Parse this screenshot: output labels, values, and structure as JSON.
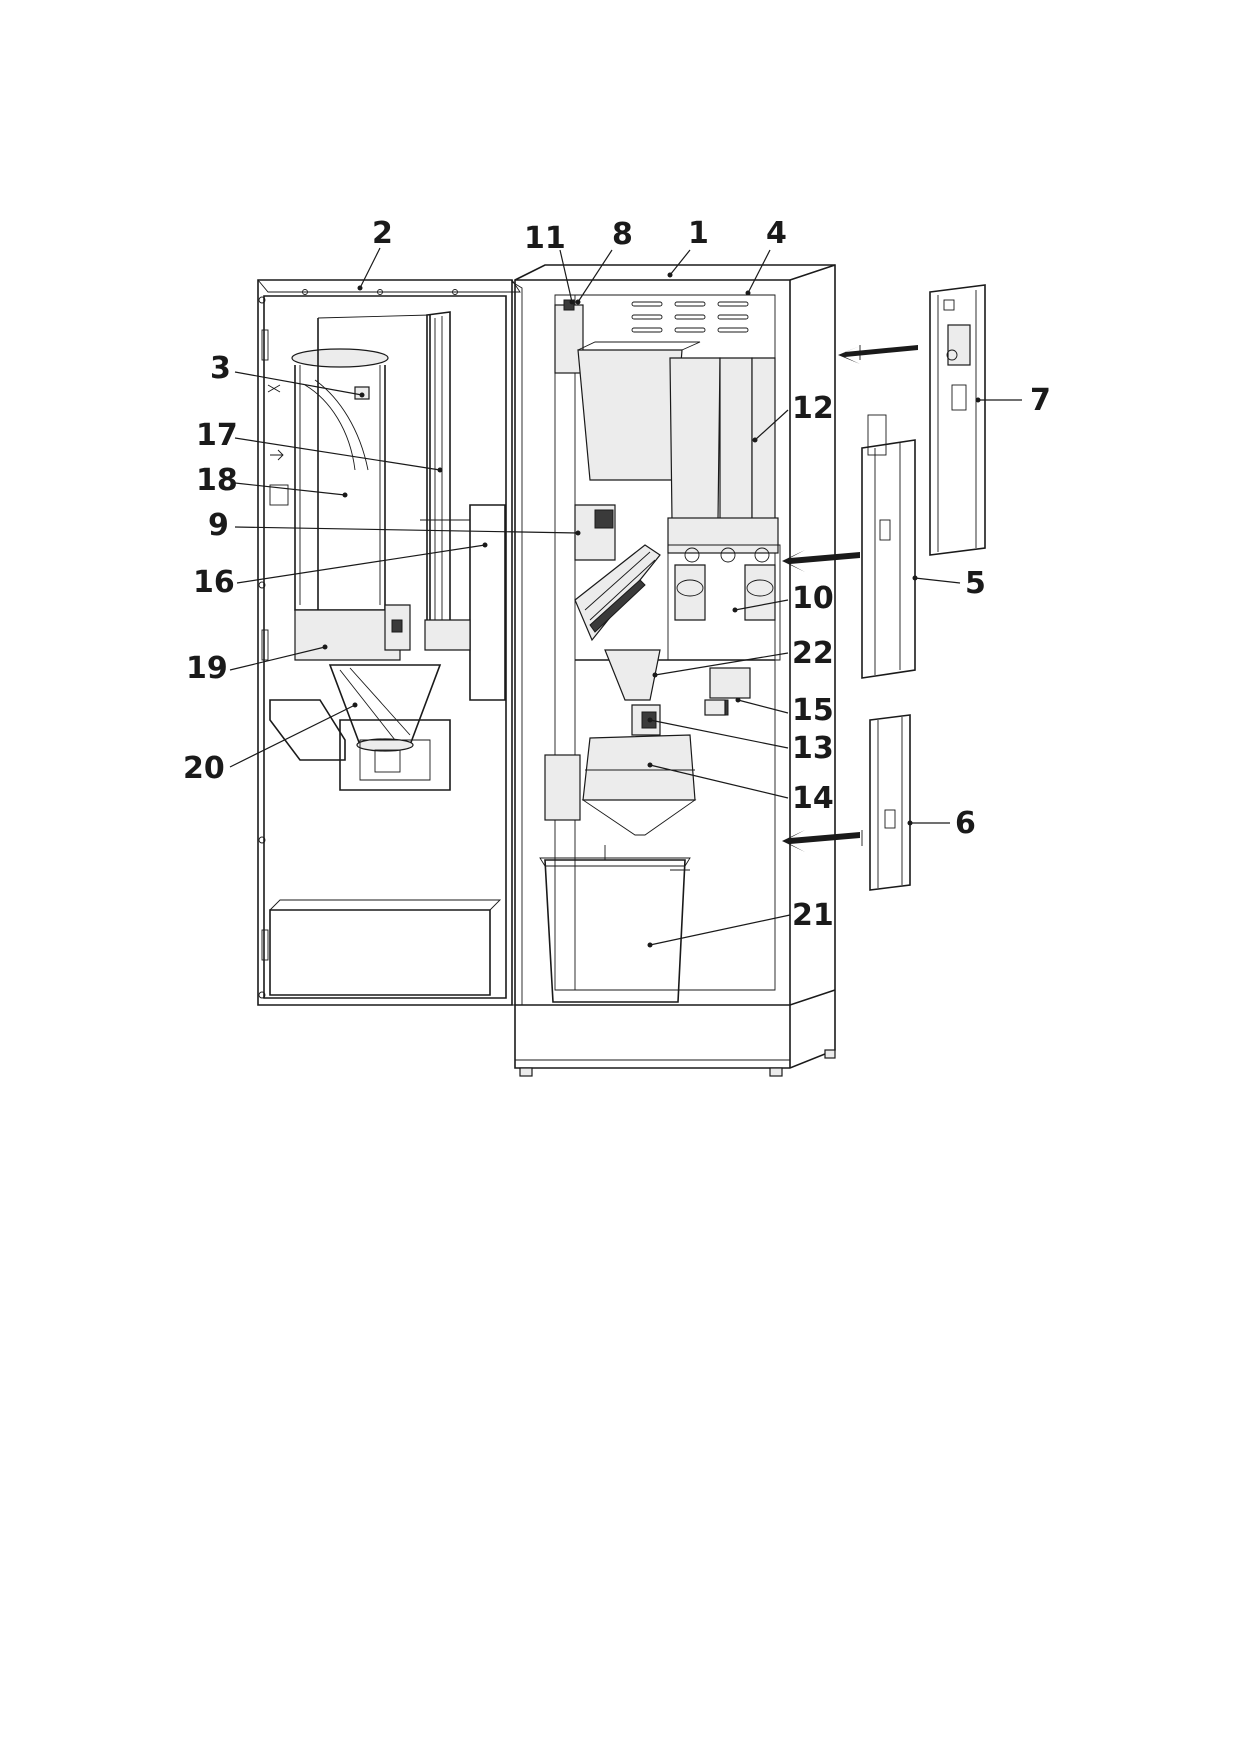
{
  "callouts": [
    {
      "id": "c2",
      "text": "2"
    },
    {
      "id": "c11",
      "text": "11"
    },
    {
      "id": "c8",
      "text": "8"
    },
    {
      "id": "c1",
      "text": "1"
    },
    {
      "id": "c4",
      "text": "4"
    },
    {
      "id": "c3",
      "text": "3"
    },
    {
      "id": "c17",
      "text": "17"
    },
    {
      "id": "c18",
      "text": "18"
    },
    {
      "id": "c9",
      "text": "9"
    },
    {
      "id": "c16",
      "text": "16"
    },
    {
      "id": "c19",
      "text": "19"
    },
    {
      "id": "c20",
      "text": "20"
    },
    {
      "id": "c12",
      "text": "12"
    },
    {
      "id": "c10",
      "text": "10"
    },
    {
      "id": "c22",
      "text": "22"
    },
    {
      "id": "c15",
      "text": "15"
    },
    {
      "id": "c13",
      "text": "13"
    },
    {
      "id": "c14",
      "text": "14"
    },
    {
      "id": "c21",
      "text": "21"
    },
    {
      "id": "c7",
      "text": "7"
    },
    {
      "id": "c5",
      "text": "5"
    },
    {
      "id": "c6",
      "text": "6"
    }
  ]
}
